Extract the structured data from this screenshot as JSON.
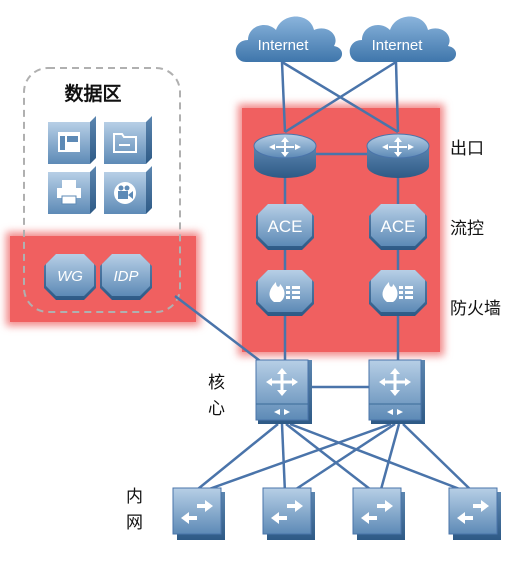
{
  "clouds": [
    {
      "label": "Internet"
    },
    {
      "label": "Internet"
    }
  ],
  "data_zone": {
    "title": "数据区",
    "icons": [
      "window-icon",
      "folder-icon",
      "printer-icon",
      "camera-icon"
    ]
  },
  "data_zone_devices": [
    {
      "label": "WG"
    },
    {
      "label": "IDP"
    }
  ],
  "ace_devices": [
    {
      "label": "ACE"
    },
    {
      "label": "ACE"
    }
  ],
  "side_labels": {
    "egress": "出口",
    "flow_control": "流控",
    "firewall": "防火墙",
    "core_line1": "核",
    "core_line2": "心",
    "intranet_line1": "内",
    "intranet_line2": "网"
  },
  "colors": {
    "highlight": "#f06060",
    "device_light": "#8fb0d0",
    "device_dark": "#3a6a98",
    "link": "#4a74aa",
    "cloud": "#5f93c4"
  }
}
